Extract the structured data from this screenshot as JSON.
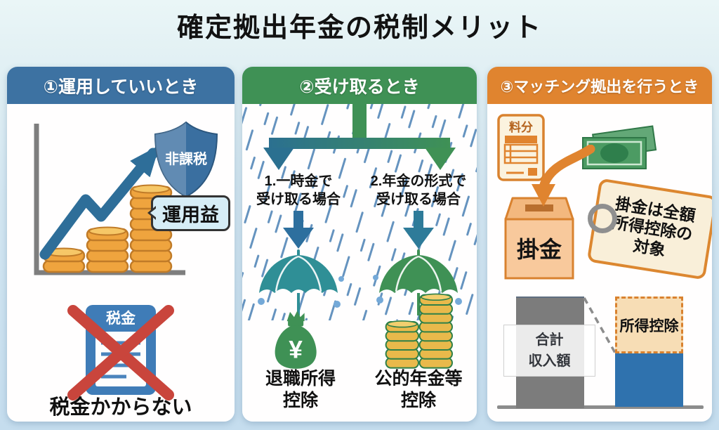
{
  "title": "確定拠出年金の税制メリット",
  "panel_operation": {
    "header": "①運用していいとき",
    "shield_label": "非課税",
    "gain_label": "運用益",
    "tax_doc_label": "税金",
    "caption": "税金かからない"
  },
  "panel_receiving": {
    "header": "②受け取るとき",
    "case_lump_sum": "1.一時金で\n受け取る場合",
    "case_pension": "2.年金の形式で\n受け取る場合",
    "moneybag_symbol": "¥",
    "deduction_lump_sum": "退職所得\n控除",
    "deduction_pension": "公的年金等\n控除"
  },
  "panel_matching": {
    "header": "③マッチング拠出を行うとき",
    "payslip_label": "料分",
    "box_label": "掛金",
    "tag_text": "掛金は全額\n所得控除の\n対象",
    "total_income_label": "合計\n収入額",
    "income_deduction_label": "所得控除"
  },
  "icons": {
    "panel_operation": [
      "growth-chart-icon",
      "coin-stacks-icon",
      "rising-arrow-icon",
      "shield-icon",
      "speech-bubble",
      "tax-document-icon",
      "red-cross-icon"
    ],
    "panel_receiving": [
      "rain-pattern",
      "branch-arrow-icon",
      "down-arrow-icon",
      "umbrella-icon",
      "money-bag-icon",
      "green-coin-stacks-icon"
    ],
    "panel_matching": [
      "payslip-icon",
      "banknotes-icon",
      "curved-arrow-icon",
      "donation-box-icon",
      "price-tag",
      "bar-chart"
    ]
  },
  "colors": {
    "header_blue": "#3d72a2",
    "header_green": "#3f9155",
    "header_orange": "#e0842f",
    "cross_red": "#c9453c",
    "coin_gold": "#efa43e",
    "umbrella_teal": "#2f8f96",
    "bar_gray": "#7c7c7c",
    "bar_blue": "#2f72ae"
  }
}
